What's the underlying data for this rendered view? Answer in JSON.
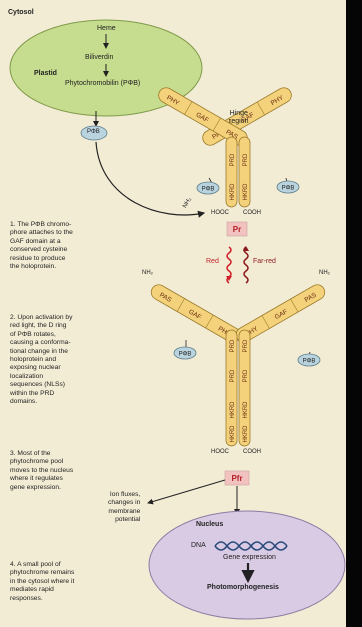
{
  "labels": {
    "cytosol": "Cytosol",
    "plastid": "Plastid",
    "heme": "Heme",
    "biliverdin": "Biliverdin",
    "phytochromobilin": "Phytochromobilin (PΦB)",
    "pfb": "PΦB",
    "hinge_region": "Hinge\nregion",
    "pr": "Pr",
    "pfr": "Pfr",
    "red": "Red",
    "far_red": "Far-red",
    "nucleus": "Nucleus",
    "dna": "DNA",
    "gene_expression": "Gene expression",
    "photomorphogenesis": "Photomorphogenesis",
    "ion_fluxes": "Ion fluxes,\nchanges in\nmembrane\npotential",
    "nh2": "NH₂",
    "hooc": "HOOC",
    "cooh": "COOH"
  },
  "domains": {
    "pas": "PAS",
    "gaf": "GAF",
    "phy": "PHY",
    "prd": "PRD",
    "hkrd": "HKRD"
  },
  "steps": [
    "1. The PΦB chromo-\nphore attaches to the\nGAF domain at a\nconserved cysteine\nresidue to produce\nthe holoprotein.",
    "2. Upon activation by\nred light, the D ring\nof PΦB rotates,\ncausing a conforma-\ntional change in the\nholoprotein and\nexposing nuclear\nlocalization\nsequences (NLSs)\nwithin the PRD\ndomains.",
    "3. Most of the\nphytochrome pool\nmoves to the nucleus\nwhere it regulates\ngene expression.",
    "4. A small pool of\nphytochrome remains\nin the cytosol where it\nmediates rapid\nresponses."
  ],
  "colors": {
    "panel": "#f3ecd5",
    "plastid_fill": "#c6dc8e",
    "domain_fill": "#f3d27b",
    "pfb_fill": "#b9d4df",
    "badge_fill": "#f2c2c0",
    "badge_text": "#b21e24",
    "red_wave": "#d0202a",
    "far_red_wave": "#8c1a1c",
    "nucleus_fill": "#d9cbe4"
  }
}
